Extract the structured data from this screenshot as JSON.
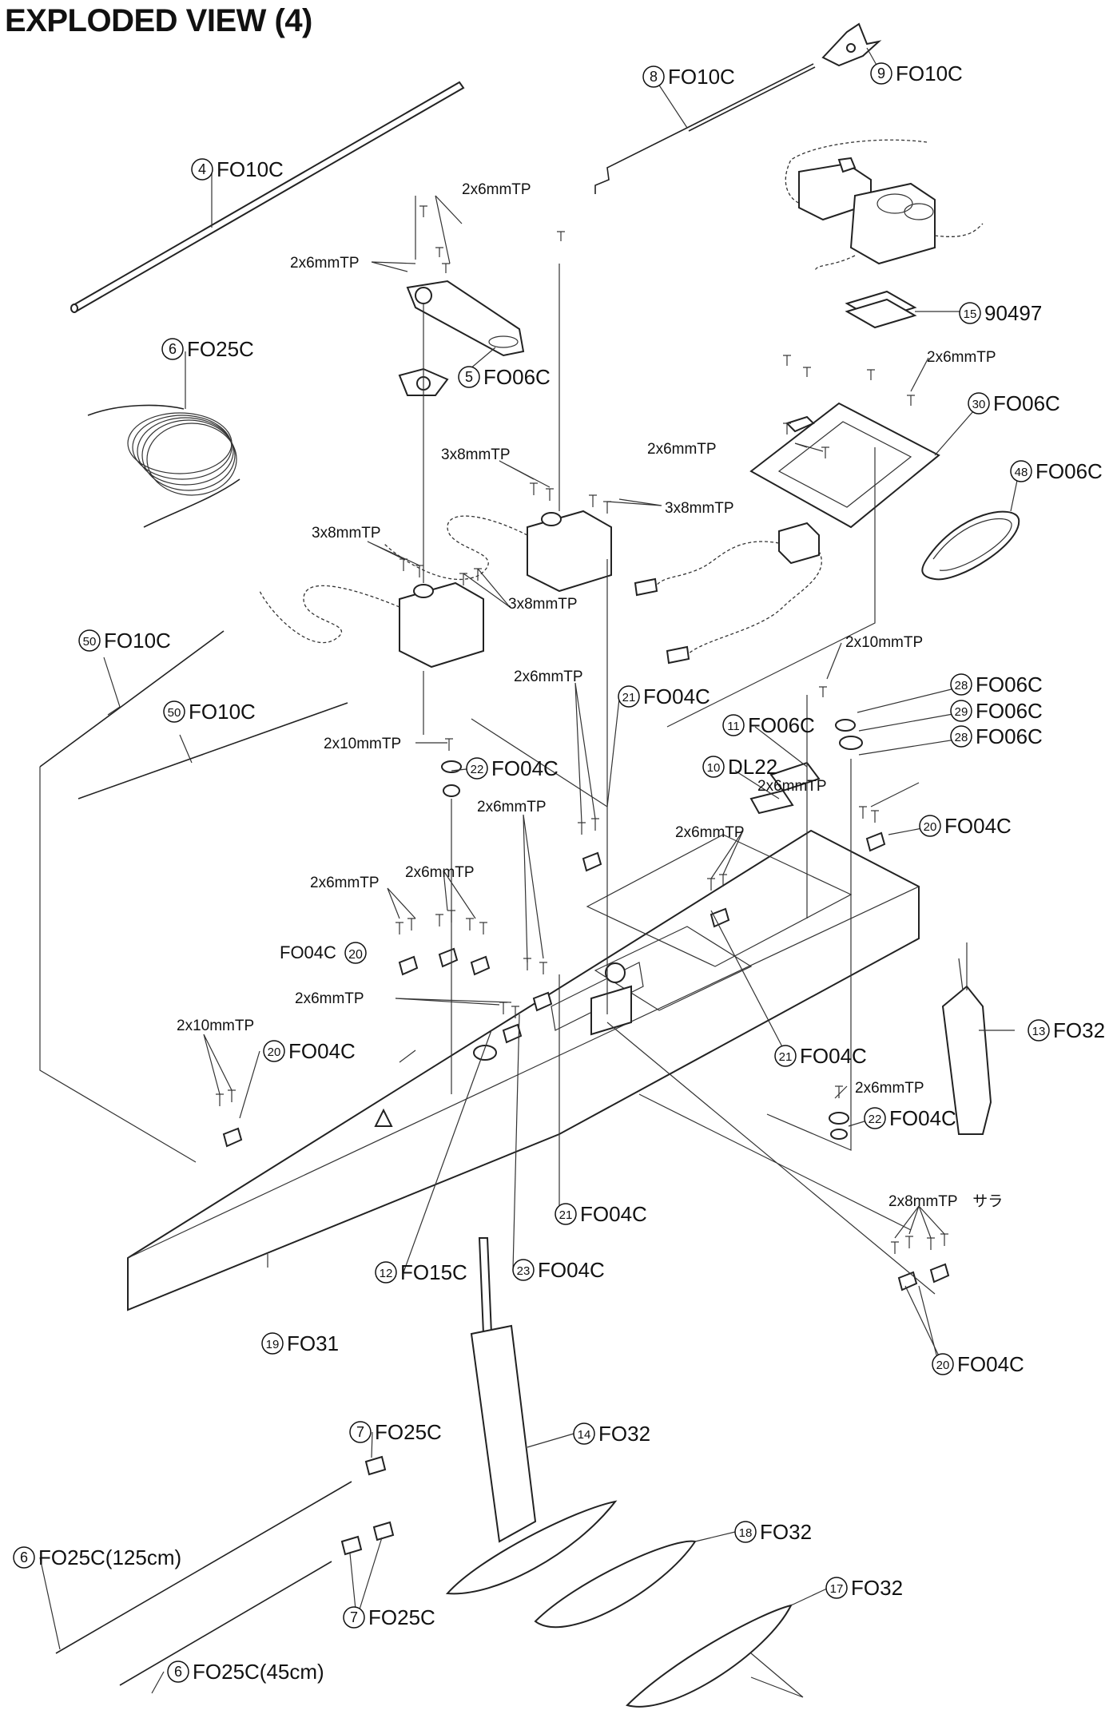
{
  "title": "EXPLODED VIEW (4)",
  "callouts": [
    {
      "num": "4",
      "code": "FO10C"
    },
    {
      "num": "8",
      "code": "FO10C"
    },
    {
      "num": "9",
      "code": "FO10C"
    },
    {
      "num": "5",
      "code": "FO06C"
    },
    {
      "num": "6",
      "code": "FO25C"
    },
    {
      "num": "15",
      "code": "90497"
    },
    {
      "num": "30",
      "code": "FO06C"
    },
    {
      "num": "48",
      "code": "FO06C"
    },
    {
      "num": "50",
      "code": "FO10C"
    },
    {
      "num": "50",
      "code": "FO10C"
    },
    {
      "num": "21",
      "code": "FO04C"
    },
    {
      "num": "28",
      "code": "FO06C"
    },
    {
      "num": "29",
      "code": "FO06C"
    },
    {
      "num": "28",
      "code": "FO06C"
    },
    {
      "num": "11",
      "code": "FO06C"
    },
    {
      "num": "22",
      "code": "FO04C"
    },
    {
      "num": "10",
      "code": "DL22"
    },
    {
      "num": "20",
      "code": "FO04C"
    },
    {
      "num": "20",
      "code": "FO04C"
    },
    {
      "num": "21",
      "code": "FO04C"
    },
    {
      "num": "13",
      "code": "FO32"
    },
    {
      "num": "22",
      "code": "FO04C"
    },
    {
      "num": "21",
      "code": "FO04C"
    },
    {
      "num": "12",
      "code": "FO15C"
    },
    {
      "num": "23",
      "code": "FO04C"
    },
    {
      "num": "19",
      "code": "FO31"
    },
    {
      "num": "20",
      "code": "FO04C"
    },
    {
      "num": "7",
      "code": "FO25C"
    },
    {
      "num": "14",
      "code": "FO32"
    },
    {
      "num": "18",
      "code": "FO32"
    },
    {
      "num": "6",
      "code": "FO25C(125cm)"
    },
    {
      "num": "17",
      "code": "FO32"
    },
    {
      "num": "7",
      "code": "FO25C"
    },
    {
      "num": "6",
      "code": "FO25C(45cm)"
    }
  ],
  "callout_reversed": {
    "num": "20",
    "code": "FO04C"
  },
  "screw_labels": [
    "2x6mmTP",
    "2x6mmTP",
    "2x6mmTP",
    "2x6mmTP",
    "3x8mmTP",
    "3x8mmTP",
    "3x8mmTP",
    "3x8mmTP",
    "2x10mmTP",
    "2x6mmTP",
    "2x10mmTP",
    "2x6mmTP",
    "2x6mmTP",
    "2x6mmTP",
    "2x6mmTP",
    "2x6mmTP",
    "2x6mmTP",
    "2x10mmTP",
    "2x6mmTP",
    "2x8mmTP　サラ"
  ]
}
